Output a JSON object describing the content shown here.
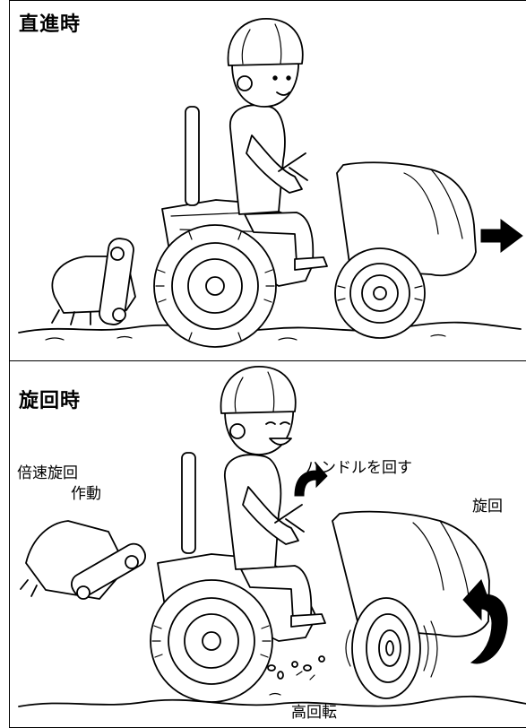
{
  "top_panel": {
    "title": "直進時"
  },
  "bottom_panel": {
    "title": "旋回時",
    "labels": {
      "double_speed_1": "倍速旋回",
      "double_speed_2": "作動",
      "turn_handle": "ハンドルを回す",
      "turn": "旋回",
      "high_rotation": "高回転"
    }
  }
}
